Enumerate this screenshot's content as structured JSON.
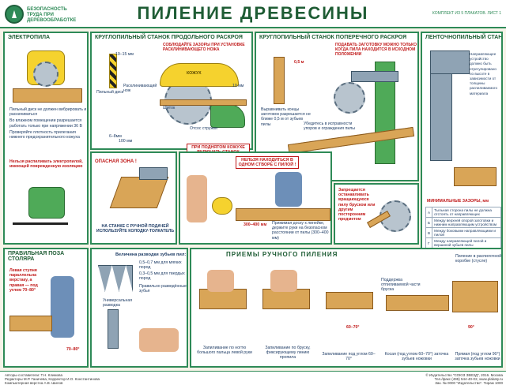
{
  "header": {
    "series": "БЕЗОПАСНОСТЬ ТРУДА ПРИ ДЕРЕВООБРАБОТКЕ",
    "title": "ПИЛЕНИЕ ДРЕВЕСИНЫ",
    "kit": "КОМПЛЕКТ ИЗ 5 ПЛАКАТОВ. ЛИСТ 1"
  },
  "panels": {
    "electro": {
      "title": "ЭЛЕКТРОПИЛА",
      "rules": [
        "Пильный диск не должен вибрировать и раскачиваться",
        "Во влажном помещении разрешается работать только при напряжении 36 В",
        "Проверяйте плотность прилегания нижнего предохранительного кожуха"
      ],
      "note": "Нельзя распиливать электропилой, имеющей поврежденную изоляцию"
    },
    "longsaw": {
      "title": "КРУГЛОПИЛЬНЫЙ СТАНОК ПРОДОЛЬНОГО РАСКРОЯ",
      "note": "СОБЛЮДАЙТЕ ЗАЗОРЫ ПРИ УСТАНОВКЕ РАСКЛИНИВАЮЩЕГО НОЖА",
      "gap1": "10–15 мм",
      "gap2": "10 мм",
      "gap3": "6–8мм",
      "gap4": "100 мм",
      "label1": "Пильный диск",
      "label2": "Расклинивающий нож",
      "label3": "Щиток",
      "label4": "Отсос стружки",
      "hood": "КОЖУХ",
      "warn": "ПРИ ПОДНЯТОМ КОЖУХЕ ВКЛЮЧАТЬ СТАНОК ЗАПРЕЩАЕТСЯ !"
    },
    "crosssaw": {
      "title": "КРУГЛОПИЛЬНЫЙ СТАНОК ПОПЕРЕЧНОГО РАСКРОЯ",
      "note": "ПОДАВАТЬ ЗАГОТОВКУ МОЖНО ТОЛЬКО КОГДА ПИЛА НАХОДИТСЯ В ИСХОДНОМ ПОЛОЖЕНИИ",
      "gap": "0,5 м",
      "rule1": "Выравнивать концы заготовок разрешается не ближе 0,5 м от зубьев пилы",
      "rule2": "Убедитесь в исправности упоров и ограждения пилы"
    },
    "band": {
      "title": "ЛЕНТОЧНОПИЛЬНЫЙ СТАНОК",
      "note": "Направляющее устройство должно быть отрегулировано по высоте в зависимости от толщины распиливаемого материала",
      "mins": "МИНИМАЛЬНЫЕ ЗАЗОРЫ, мм",
      "rows": [
        [
          "А",
          "Тыльная сторона пилы не должна отстоять от направляющих"
        ],
        [
          "Б",
          "Между верхней опорой заготовки и нижним направляющим устройством"
        ],
        [
          "В",
          "Между боковыми направляющими и пилой"
        ],
        [
          "Г",
          "Между направляющей пилой и вершиной зубьев пилы"
        ]
      ]
    },
    "danger": {
      "zone": "ОПАСНАЯ ЗОНА !",
      "pusher": "НА СТАНКЕ С РУЧНОЙ ПОДАЧЕЙ ИСПОЛЬЗУЙТЕ КОЛОДКУ-ТОЛКАТЕЛЬ",
      "line": "НЕЛЬЗЯ НАХОДИТЬСЯ В ОДНОМ СТВОРЕ С ПИЛОЙ !",
      "dist": "300–400 мм",
      "press": "Прижимая доску к линейке, держите руки на безопасном расстоянии от пилы (300–400 мм)",
      "forbid": "Запрещается останавливать вращающуюся пилу бруском или другим посторонним предметом"
    },
    "posture": {
      "title": "ПРАВИЛЬНАЯ ПОЗА СТОЛЯРА",
      "text": "Левая ступня параллельна верстаку, а правая — под углом 70–80°",
      "angle": "70–80°"
    },
    "teeth": {
      "title": "Величина разводки зубьев пил:",
      "v1": "0,5–0,7 мм для мягких пород",
      "v2": "0,3–0,5 мм для твердых пород",
      "correct": "Правильно разведённые зубья",
      "tool": "Универсальная разводка"
    },
    "hand": {
      "title": "ПРИЕМЫ РУЧНОГО ПИЛЕНИЯ",
      "c1": "Запиливание по ногтю большого пальца левой руки",
      "c2": "Запиливание по бруску, фиксирующему линию пропила",
      "c3": "Запиливание под углом 60–70°",
      "c4": "Поддержка отпиливаемой части бруска",
      "c5": "Косая (под углом 60–70°) заточка зубьев ножовки",
      "c6": "Прямая (под углом 90°) заточка зубьев ножовки",
      "c7": "Пиление в распилочной коробке (стусле)",
      "a1": "60–70°",
      "a2": "90°"
    }
  },
  "footer": {
    "left": "Авторы-составители: Т.Н. Климова\nРедакторы М.Р. Ганичева, Корректор И.О. Константинова\nКомпьютерная верстка А.В. Шилов",
    "right": "© Издательство \"СОЮЗ ЗВЕЗД\", 2016. Москва\nТел./факс (495) 544-40-02, www.plakaty.ru\nЗак. № 0000 \"Издательство\". Тираж 1000"
  }
}
